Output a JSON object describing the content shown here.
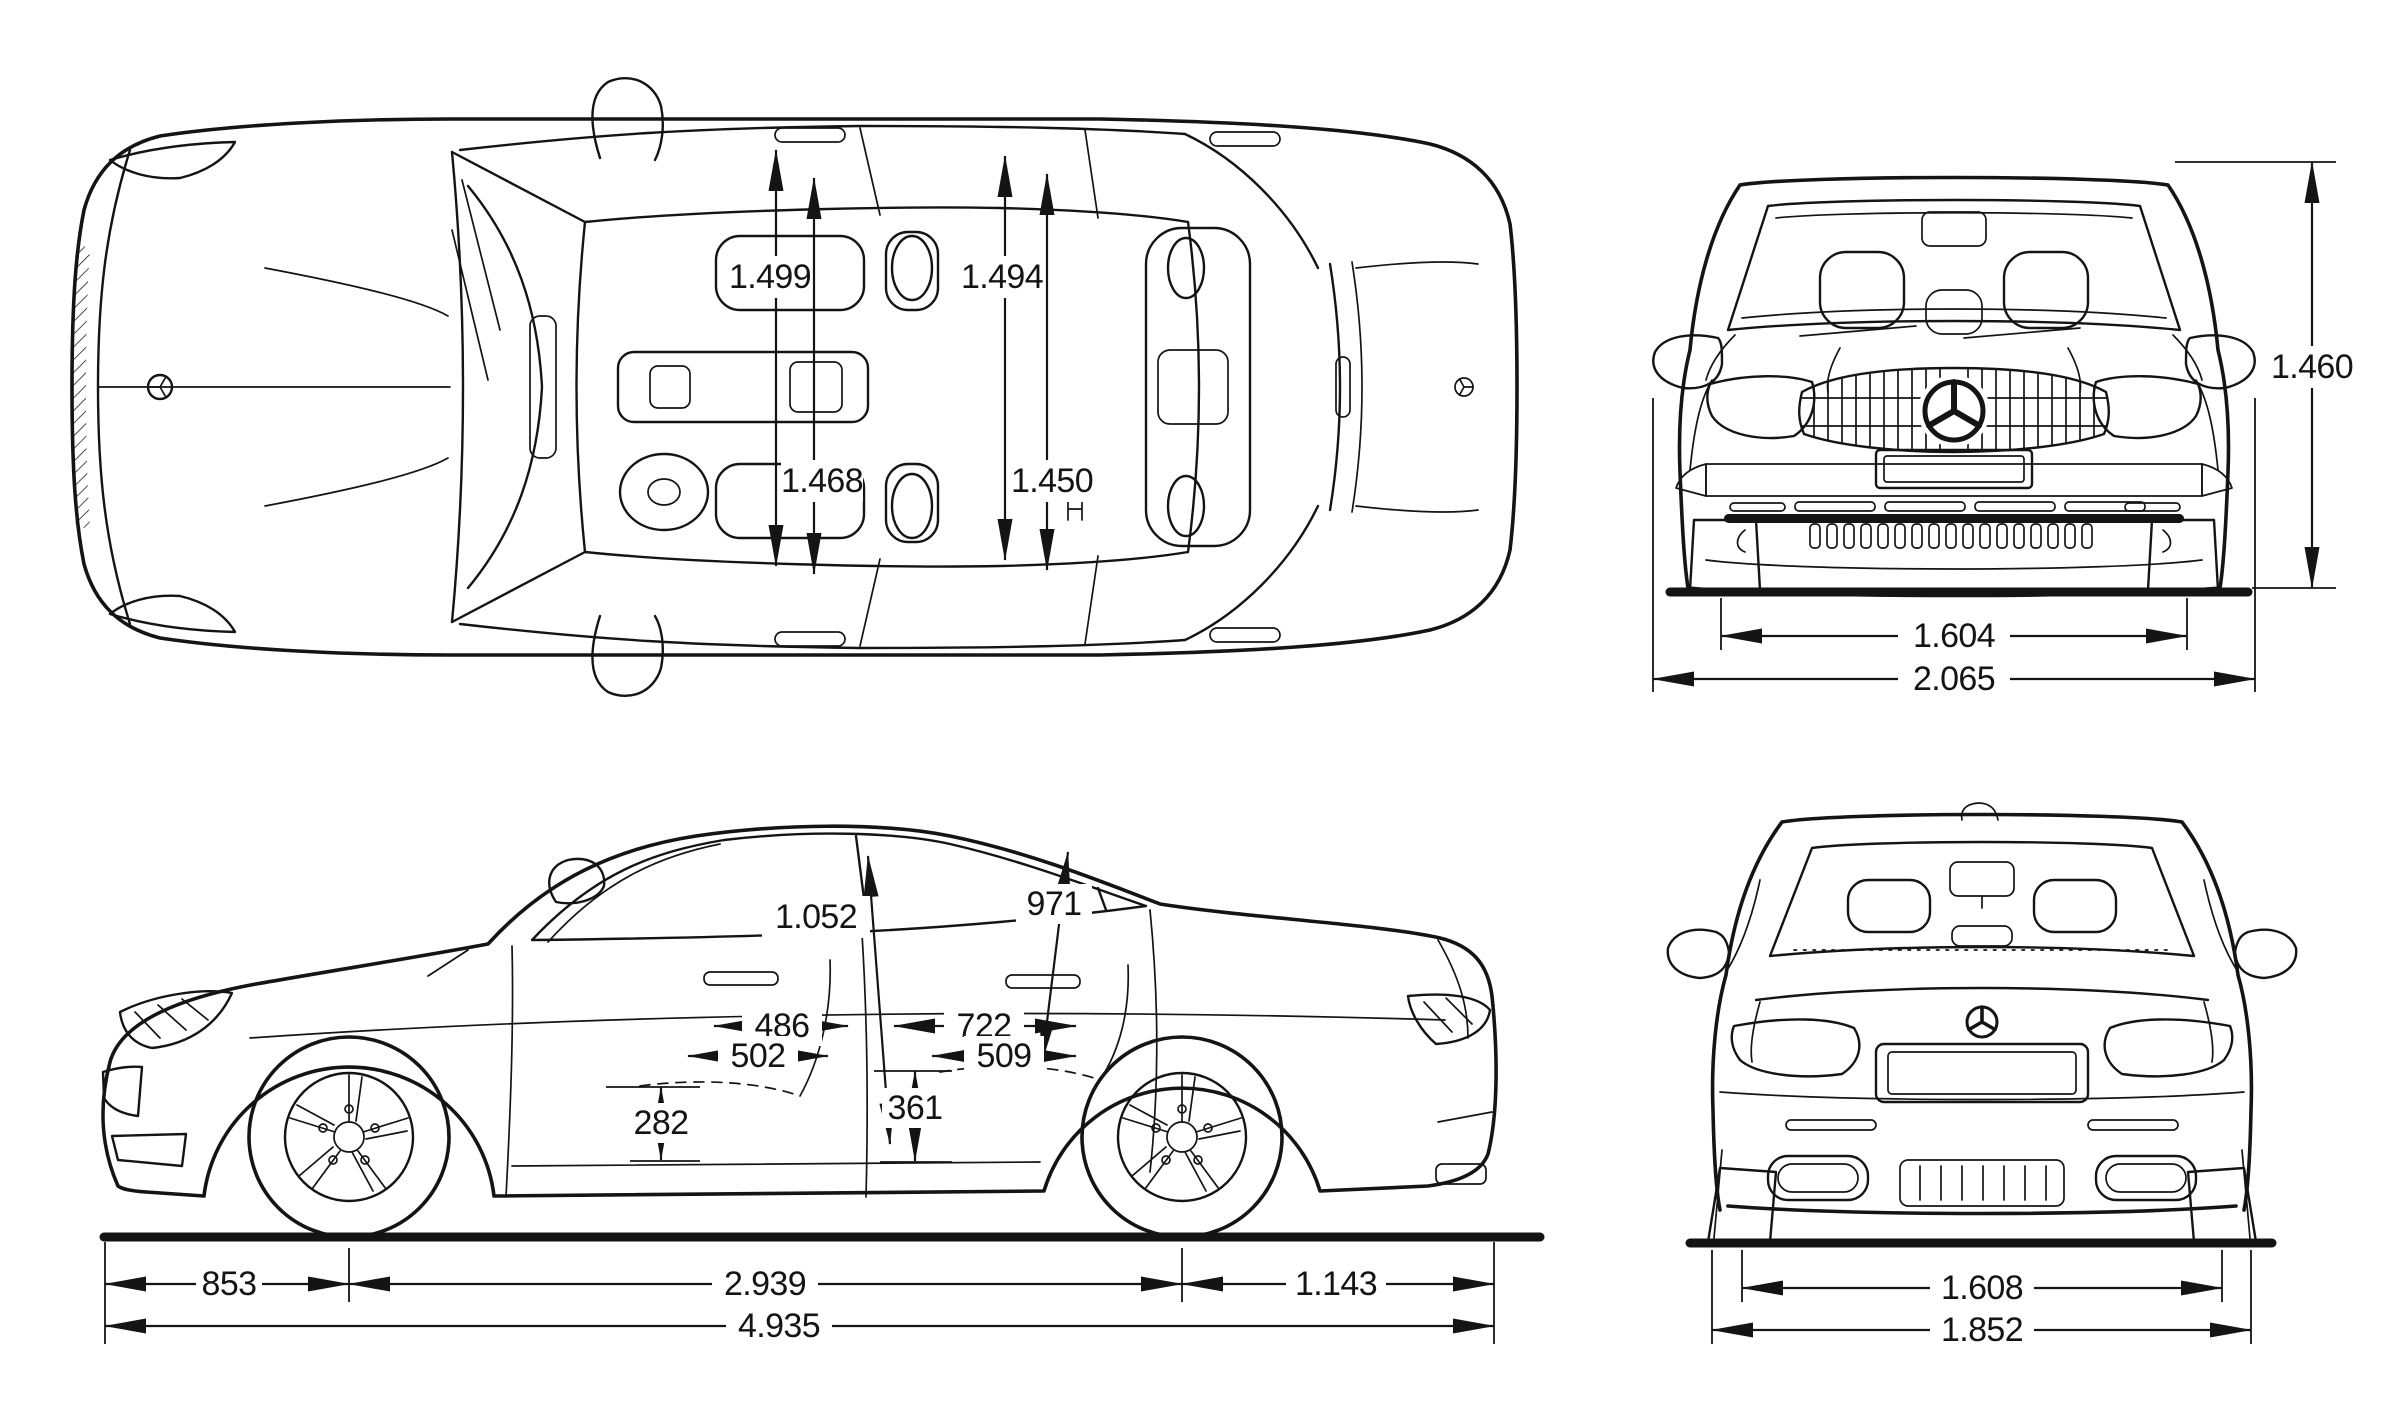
{
  "colors": {
    "ink": "#141414",
    "paper": "#ffffff"
  },
  "views": {
    "top": {
      "dims": {
        "front_elbow_width": "1.499",
        "front_shoulder_width": "1.468",
        "rear_elbow_width": "1.494",
        "rear_shoulder_width": "1.450"
      }
    },
    "front": {
      "dims": {
        "height": "1.460",
        "track": "1.604",
        "width_incl_mirrors": "2.065"
      }
    },
    "side": {
      "dims": {
        "headroom_front": "1.052",
        "headroom_rear": "971",
        "legroom_front": "486",
        "legroom_rear": "722",
        "seat_depth_front": "502",
        "seat_depth_rear": "509",
        "seat_height_front": "282",
        "seat_height_rear": "361",
        "overhang_front": "853",
        "wheelbase": "2.939",
        "overhang_rear": "1.143",
        "length": "4.935"
      }
    },
    "rear": {
      "dims": {
        "track": "1.608",
        "body_width": "1.852"
      }
    }
  }
}
